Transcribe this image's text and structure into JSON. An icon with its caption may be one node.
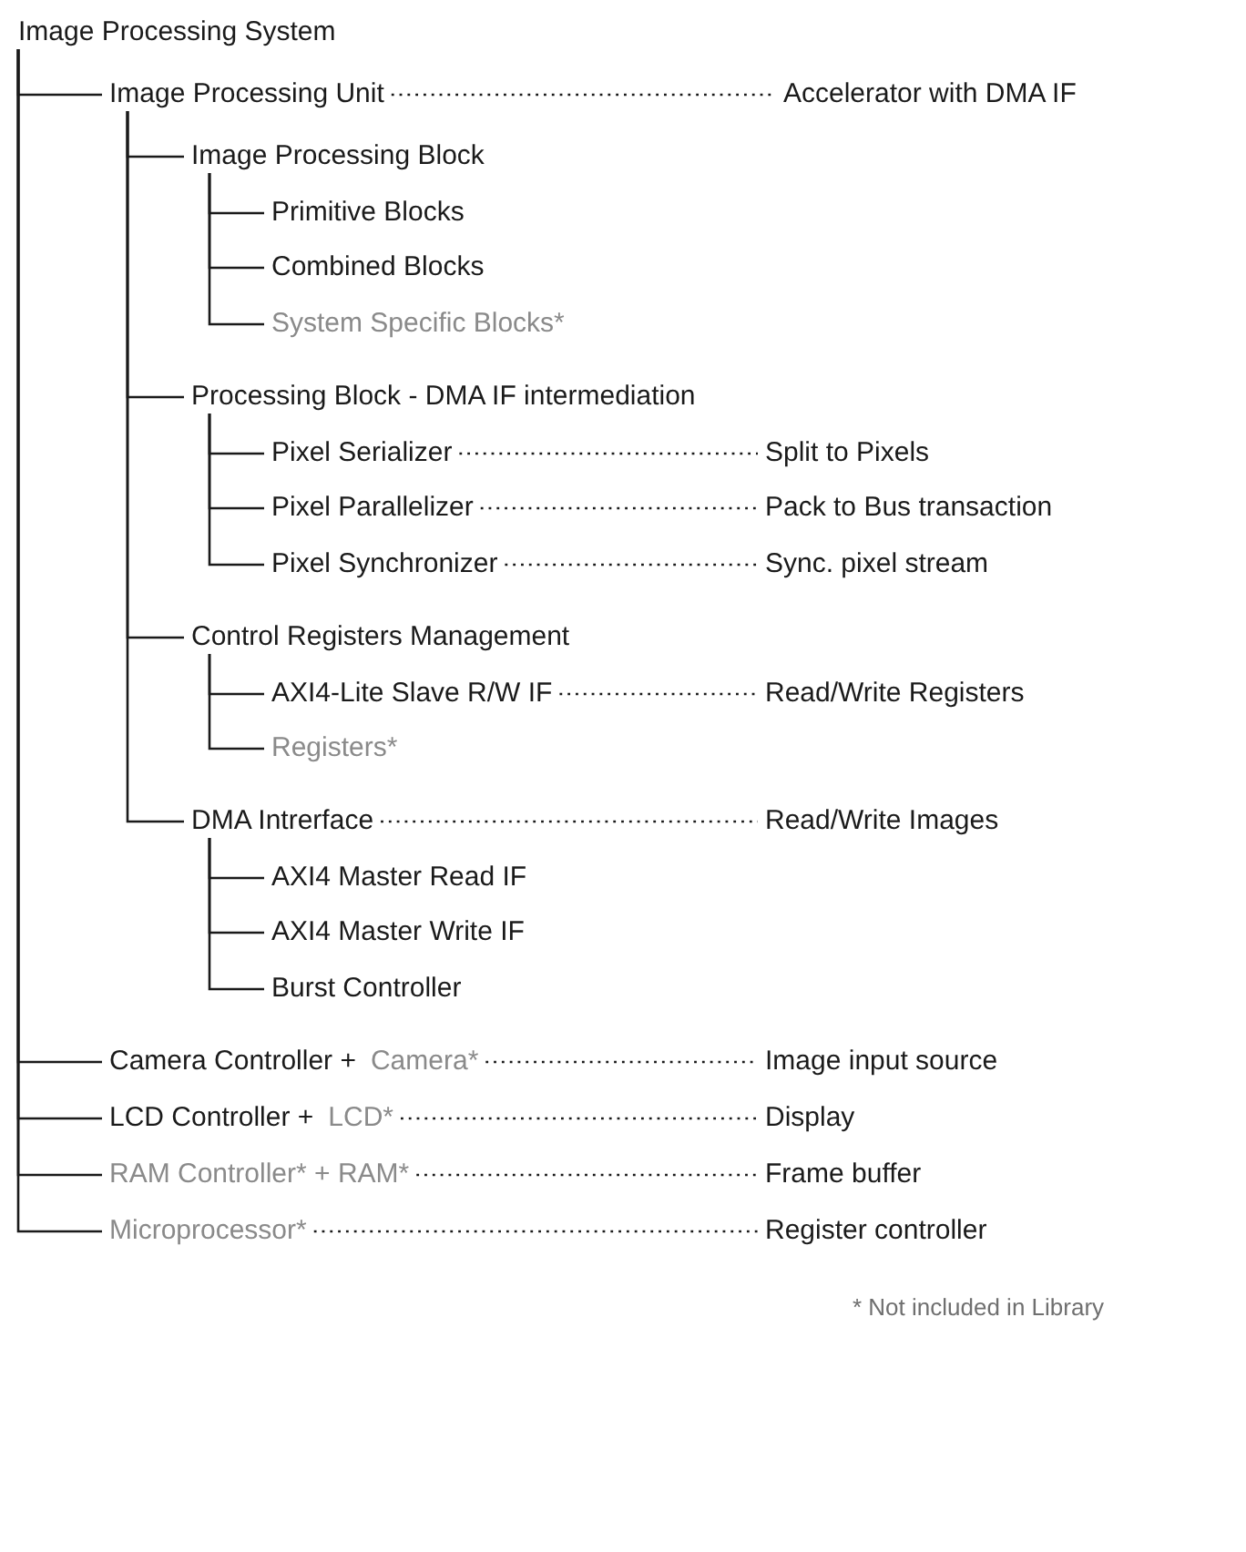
{
  "diagram": {
    "nodes": [
      {
        "text": [
          "Image Processing System"
        ]
      },
      {
        "text": [
          "Image Processing Unit"
        ]
      },
      {
        "text": [
          "Accelerator with DMA IF"
        ]
      },
      {
        "text": [
          "Image Processing Block"
        ]
      },
      {
        "text": [
          "Primitive Blocks"
        ]
      },
      {
        "text": [
          "Combined Blocks"
        ]
      },
      {
        "text": [
          "System Specific Blocks*"
        ]
      },
      {
        "text": [
          "Processing Block - DMA IF intermediation"
        ]
      },
      {
        "text": [
          "Pixel Serializer"
        ]
      },
      {
        "text": [
          "Split to Pixels"
        ]
      },
      {
        "text": [
          "Pixel Parallelizer"
        ]
      },
      {
        "text": [
          "Pack to Bus transaction"
        ]
      },
      {
        "text": [
          "Pixel Synchronizer"
        ]
      },
      {
        "text": [
          "Sync. pixel stream"
        ]
      },
      {
        "text": [
          "Control Registers Management"
        ]
      },
      {
        "text": [
          "AXI4-Lite Slave R/W IF"
        ]
      },
      {
        "text": [
          "Read/Write Registers"
        ]
      },
      {
        "text": [
          "Registers*"
        ]
      },
      {
        "text": [
          "DMA Intrerface"
        ]
      },
      {
        "text": [
          "Read/Write Images"
        ]
      },
      {
        "text": [
          "AXI4 Master Read IF"
        ]
      },
      {
        "text": [
          "AXI4 Master Write IF"
        ]
      },
      {
        "text": [
          "Burst Controller"
        ]
      },
      {
        "text": [
          "Camera Controller +",
          "Camera*"
        ]
      },
      {
        "text": [
          "Image input source"
        ]
      },
      {
        "text": [
          "LCD Controller +",
          "LCD*"
        ]
      },
      {
        "text": [
          "Display"
        ]
      },
      {
        "text": [
          "RAM Controller* + RAM*"
        ]
      },
      {
        "text": [
          "Frame buffer"
        ]
      },
      {
        "text": [
          "Microprocessor*"
        ]
      },
      {
        "text": [
          "Register controller"
        ]
      }
    ],
    "edges": [
      {
        "from": 0,
        "to": 1,
        "arrow": "none"
      },
      {
        "from": 1,
        "to": 2,
        "arrow": "none",
        "style": "dashed"
      },
      {
        "from": 1,
        "to": 3,
        "arrow": "none"
      },
      {
        "from": 3,
        "to": 4,
        "arrow": "none"
      },
      {
        "from": 3,
        "to": 5,
        "arrow": "none"
      },
      {
        "from": 3,
        "to": 6,
        "arrow": "none"
      },
      {
        "from": 1,
        "to": 7,
        "arrow": "none"
      },
      {
        "from": 7,
        "to": 8,
        "arrow": "none"
      },
      {
        "from": 8,
        "to": 9,
        "arrow": "none",
        "style": "dashed"
      },
      {
        "from": 7,
        "to": 10,
        "arrow": "none"
      },
      {
        "from": 10,
        "to": 11,
        "arrow": "none",
        "style": "dashed"
      },
      {
        "from": 7,
        "to": 12,
        "arrow": "none"
      },
      {
        "from": 12,
        "to": 13,
        "arrow": "none",
        "style": "dashed"
      },
      {
        "from": 1,
        "to": 14,
        "arrow": "none"
      },
      {
        "from": 14,
        "to": 15,
        "arrow": "none"
      },
      {
        "from": 15,
        "to": 16,
        "arrow": "none",
        "style": "dashed"
      },
      {
        "from": 14,
        "to": 17,
        "arrow": "none"
      },
      {
        "from": 1,
        "to": 18,
        "arrow": "none"
      },
      {
        "from": 18,
        "to": 19,
        "arrow": "none",
        "style": "dashed"
      },
      {
        "from": 18,
        "to": 20,
        "arrow": "none"
      },
      {
        "from": 18,
        "to": 21,
        "arrow": "none"
      },
      {
        "from": 18,
        "to": 22,
        "arrow": "none"
      },
      {
        "from": 0,
        "to": 23,
        "arrow": "none"
      },
      {
        "from": 23,
        "to": 24,
        "arrow": "none",
        "style": "dashed"
      },
      {
        "from": 0,
        "to": 25,
        "arrow": "none"
      },
      {
        "from": 25,
        "to": 26,
        "arrow": "none",
        "style": "dashed"
      },
      {
        "from": 0,
        "to": 27,
        "arrow": "none"
      },
      {
        "from": 27,
        "to": 28,
        "arrow": "none",
        "style": "dashed"
      },
      {
        "from": 0,
        "to": 29,
        "arrow": "none"
      },
      {
        "from": 29,
        "to": 30,
        "arrow": "none",
        "style": "dashed"
      }
    ],
    "labels": [
      "* Not included in Library"
    ]
  }
}
